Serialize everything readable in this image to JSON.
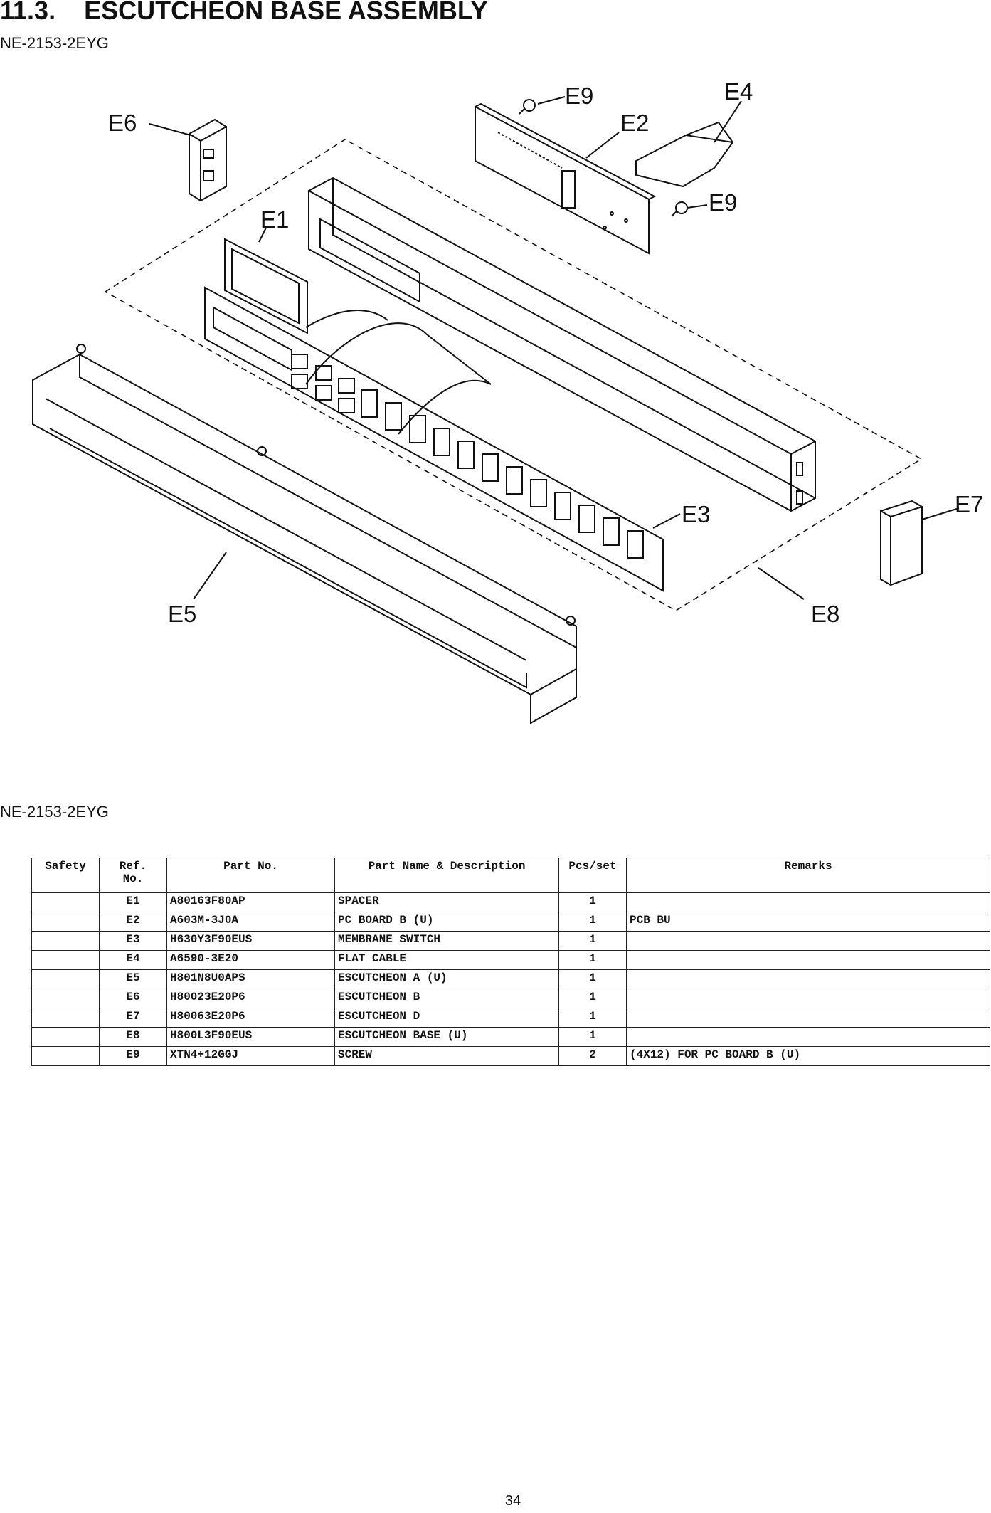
{
  "heading": {
    "number": "11.3.",
    "title": "ESCUTCHEON BASE ASSEMBLY"
  },
  "model_top": "NE-2153-2EYG",
  "model_bottom": "NE-2153-2EYG",
  "diagram_labels": [
    "E1",
    "E2",
    "E3",
    "E4",
    "E5",
    "E6",
    "E7",
    "E8",
    "E9",
    "E9"
  ],
  "table": {
    "headers": {
      "safety": "Safety",
      "ref_line1": "Ref.",
      "ref_line2": "No.",
      "part_no": "Part No.",
      "description": "Part Name & Description",
      "pcs": "Pcs/set",
      "remarks": "Remarks"
    },
    "rows": [
      {
        "safety": "",
        "ref": "E1",
        "part": "A80163F80AP",
        "desc": "SPACER",
        "pcs": "1",
        "remarks": ""
      },
      {
        "safety": "",
        "ref": "E2",
        "part": "A603M-3J0A",
        "desc": "PC BOARD B (U)",
        "pcs": "1",
        "remarks": "PCB BU"
      },
      {
        "safety": "",
        "ref": "E3",
        "part": "H630Y3F90EUS",
        "desc": "MEMBRANE SWITCH",
        "pcs": "1",
        "remarks": ""
      },
      {
        "safety": "",
        "ref": "E4",
        "part": "A6590-3E20",
        "desc": "FLAT CABLE",
        "pcs": "1",
        "remarks": ""
      },
      {
        "safety": "",
        "ref": "E5",
        "part": "H801N8U0APS",
        "desc": "ESCUTCHEON A (U)",
        "pcs": "1",
        "remarks": ""
      },
      {
        "safety": "",
        "ref": "E6",
        "part": "H80023E20P6",
        "desc": "ESCUTCHEON B",
        "pcs": "1",
        "remarks": ""
      },
      {
        "safety": "",
        "ref": "E7",
        "part": "H80063E20P6",
        "desc": "ESCUTCHEON D",
        "pcs": "1",
        "remarks": ""
      },
      {
        "safety": "",
        "ref": "E8",
        "part": "H800L3F90EUS",
        "desc": "ESCUTCHEON BASE (U)",
        "pcs": "1",
        "remarks": ""
      },
      {
        "safety": "",
        "ref": "E9",
        "part": "XTN4+12GGJ",
        "desc": "SCREW",
        "pcs": "2",
        "remarks": "(4X12) FOR PC BOARD B (U)"
      }
    ]
  },
  "page_number": "34"
}
